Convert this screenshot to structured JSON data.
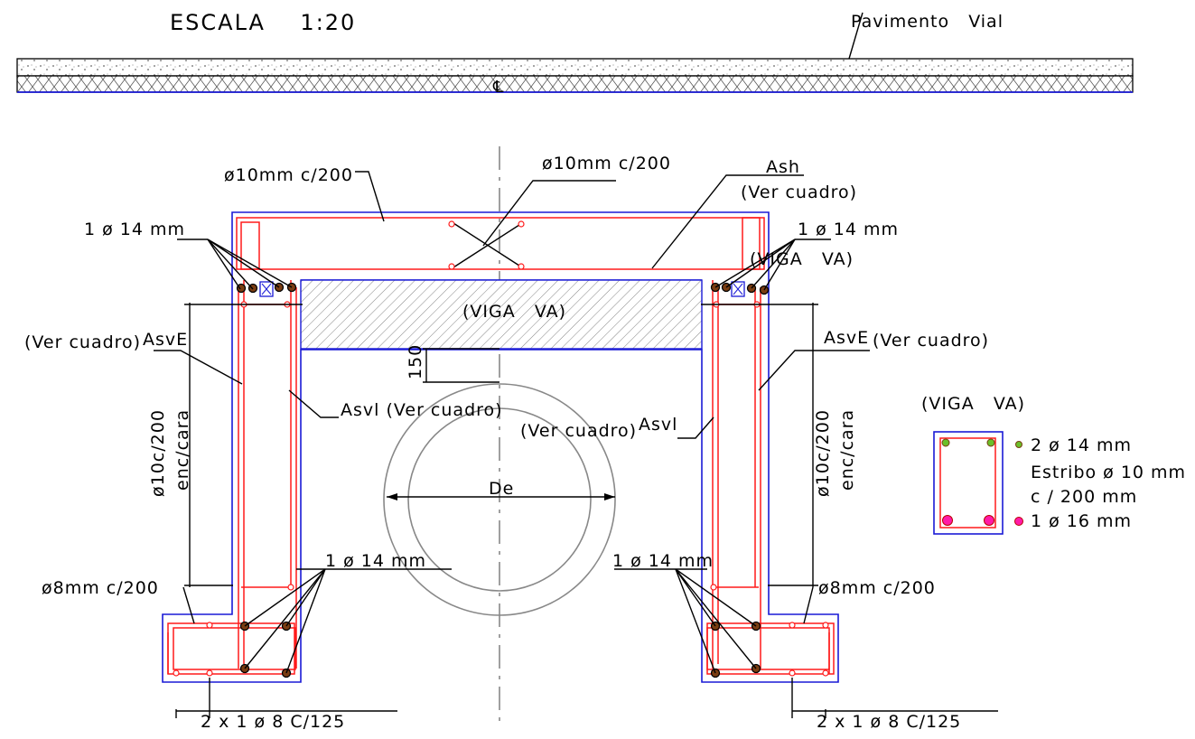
{
  "title": "ESCALA    1:20",
  "pavement_label": "Pavimento   Vial",
  "centerline_symbol": "℄",
  "labels": {
    "top_left_stirrup": "ø10mm c/200",
    "top_mid_stirrup": "ø10mm c/200",
    "ash": "Ash",
    "ash_ref": "(Ver cuadro)",
    "bar_14_left_top": "1 ø 14 mm",
    "bar_14_right_top": "1 ø 14 mm",
    "viga_va_right_top": "(VIGA   VA)",
    "viga_va_center": "(VIGA   VA)",
    "ver_cuadro_left": "(Ver cuadro)",
    "asve_left": "AsvE",
    "asve_right": "AsvE",
    "ver_cuadro_right": "(Ver cuadro)",
    "asvl_left": "Asvl (Ver cuadro)",
    "ver_cuadro_mid": "(Ver cuadro)",
    "asvl_right": "Asvl",
    "dim_150": "150",
    "dim_left_vertical": "ø10c/200",
    "dim_left_vertical_2": "enc/cara",
    "dim_right_vertical": "ø10c/200",
    "dim_right_vertical_2": "enc/cara",
    "diameter": "De",
    "bar_14_left_bottom": "1 ø 14 mm",
    "bar_14_right_bottom": "1 ø 14 mm",
    "stirrup_8_left": "ø8mm c/200",
    "stirrup_8_right": "ø8mm c/200",
    "bottom_left_bars": "2 x 1 ø 8 C/125",
    "bottom_right_bars": "2 x 1 ø 8 C/125"
  },
  "legend": {
    "title": "(VIGA   VA)",
    "item_top": "2 ø 14 mm",
    "item_stirrup_1": "Estribo ø 10 mm",
    "item_stirrup_2": "c / 200 mm",
    "item_bottom": "1 ø 16 mm",
    "colors": {
      "top_dot": "#6bbf2a",
      "bottom_dot": "#ff1aa8"
    }
  },
  "colors": {
    "concrete_outline": "#1a1ad6",
    "reinforcement": "#ff1a1a",
    "bar_section": "#7a3d12",
    "pipe": "#888888"
  }
}
